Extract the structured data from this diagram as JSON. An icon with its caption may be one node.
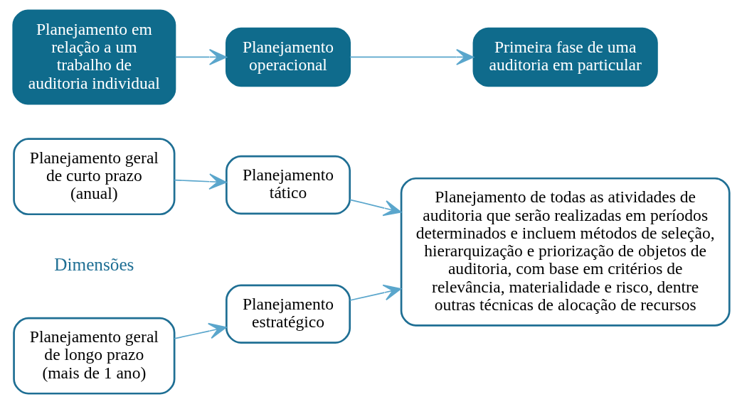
{
  "diagram": {
    "nodes": [
      {
        "text": [
          "Planejamento geral de longo prazo (mais de 1 ano)"
        ]
      },
      {
        "text": [
          "Planejamento estratégico"
        ]
      },
      {
        "text": [
          "Planejamento geral de curto prazo (anual)"
        ]
      },
      {
        "text": [
          "Planejamento tático"
        ]
      },
      {
        "text": [
          "Planejamento de todas as atividades de auditoria que serão realizadas em períodos determinados e incluem métodos de seleção, hierarquização e priorização de objetos de auditoria, com base em critérios de relevância, materialidade e risco, dentre outras técnicas de alocação de recursos"
        ]
      },
      {
        "text": [
          "Planejamento em relação a um trabalho de auditoria individual"
        ]
      },
      {
        "text": [
          "Planejamento operacional"
        ]
      },
      {
        "text": [
          "Primeira fase de uma auditoria em particular"
        ]
      }
    ],
    "edges": [
      {
        "from": 0,
        "to": 1,
        "arrow": "to"
      },
      {
        "from": 2,
        "to": 3,
        "arrow": "to"
      },
      {
        "from": 1,
        "to": 4,
        "arrow": "to"
      },
      {
        "from": 3,
        "to": 4,
        "arrow": "to"
      },
      {
        "from": 5,
        "to": 6,
        "arrow": "to"
      },
      {
        "from": 6,
        "to": 7,
        "arrow": "to"
      }
    ],
    "labels": [
      "Dimensões"
    ]
  }
}
